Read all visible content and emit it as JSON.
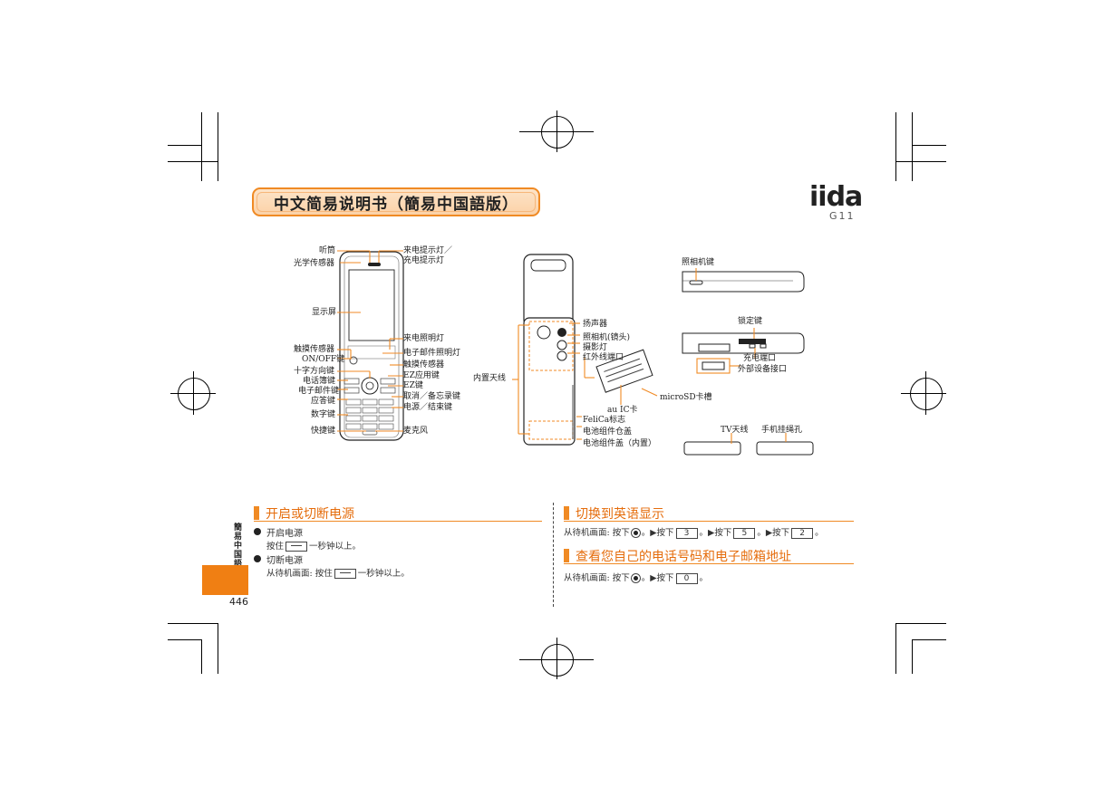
{
  "header": {
    "title": "中文简易说明书（簡易中国語版）",
    "brand": "iida",
    "model": "G11"
  },
  "diagram_front": {
    "left_labels": [
      "听筒",
      "光学传感器",
      "显示屏",
      "触摸传感器",
      "ON/OFF键",
      "十字方向键",
      "电话簿键",
      "电子邮件键",
      "应答键",
      "数字键",
      "快捷键"
    ],
    "right_labels": [
      "来电提示灯／",
      "充电提示灯",
      "来电照明灯",
      "电子邮件照明灯",
      "触摸传感器",
      "EZ应用键",
      "EZ键",
      "取消／备忘录键",
      "电源／结束键",
      "麦克风"
    ]
  },
  "diagram_back": {
    "left_label": "内置天线",
    "right_labels": [
      "扬声器",
      "照相机(镜头)",
      "摄影灯",
      "红外线端口",
      "microSD卡槽",
      "au IC卡",
      "FeliCa标志",
      "电池组件仓盖",
      "电池组件盖（内置）"
    ]
  },
  "diagram_side": {
    "labels": [
      "照相机键",
      "锁定键",
      "充电端口",
      "外部设备接口",
      "TV天线",
      "手机挂绳孔"
    ]
  },
  "sections": {
    "power": {
      "heading": "开启或切断电源",
      "on_title": "开启电源",
      "on_text_a": "按住",
      "on_text_b": "一秒钟以上。",
      "off_title": "切断电源",
      "off_text_a": "从待机画面: 按住",
      "off_text_b": "一秒钟以上。"
    },
    "english": {
      "heading": "切换到英语显示",
      "text_a": "从待机画面: 按下",
      "text_b": "。▶按下",
      "key1": "3",
      "text_c": "。▶按下",
      "key2": "5",
      "text_d": "。▶按下",
      "key3": "2",
      "text_e": "。"
    },
    "own_number": {
      "heading": "查看您自己的电话号码和电子邮箱地址",
      "text_a": "从待机画面: 按下",
      "text_b": "。▶按下",
      "key1": "0",
      "text_c": "。"
    }
  },
  "sidebar": {
    "vertical_text": "簡易中国語",
    "page_number": "446"
  },
  "colors": {
    "accent": "#f08a24",
    "heading_text": "#e56d0d",
    "banner_fill": "#fbd2a8"
  }
}
